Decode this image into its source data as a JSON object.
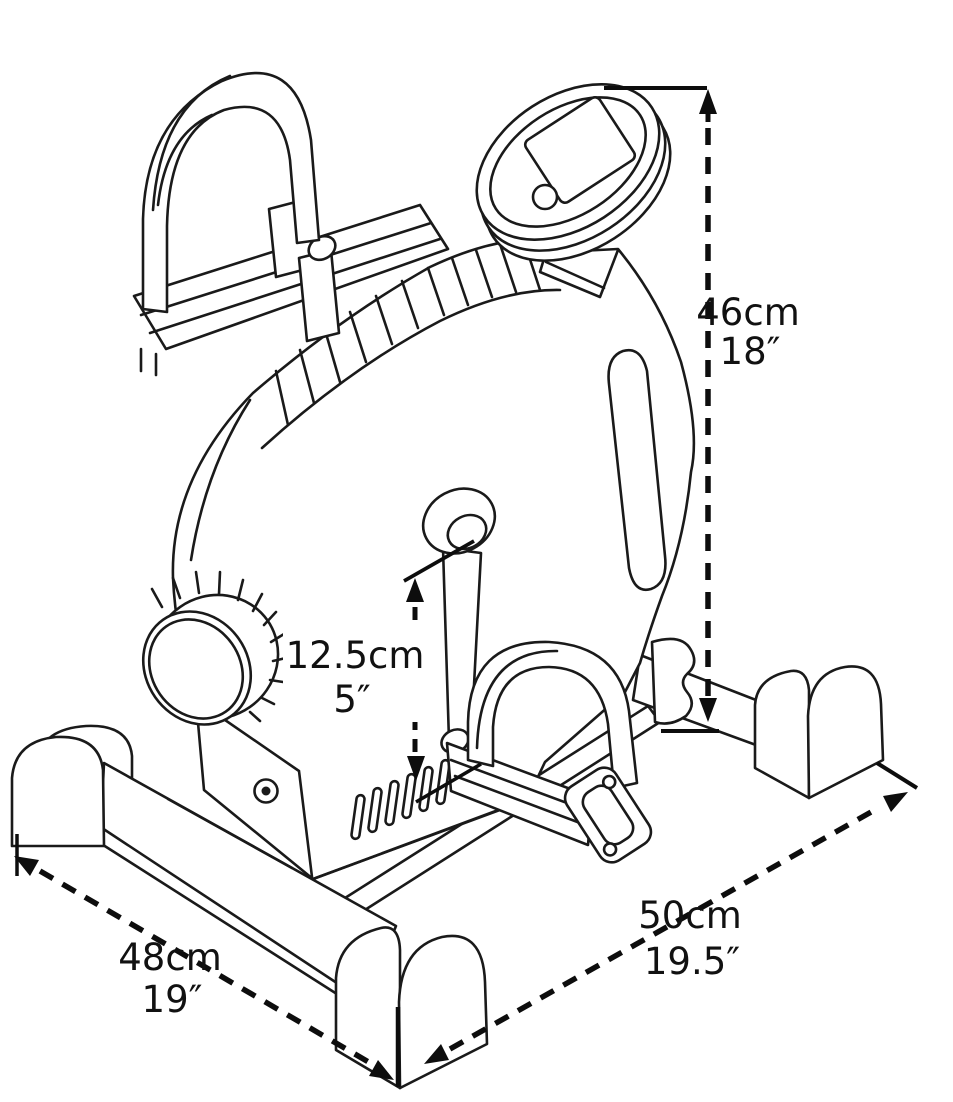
{
  "figure": {
    "description": "Isometric technical line drawing of a mini pedal exerciser (under-desk exercise bike) with overall dimension callouts",
    "background_color": "#ffffff",
    "line_color": "#1a1a1a"
  },
  "dimensions": {
    "height": {
      "metric": "46cm",
      "imperial": "18″"
    },
    "pedal_height": {
      "metric": "12.5cm",
      "imperial": "5″"
    },
    "depth": {
      "metric": "50cm",
      "imperial": "19.5″"
    },
    "width": {
      "metric": "48cm",
      "imperial": "19″"
    }
  }
}
